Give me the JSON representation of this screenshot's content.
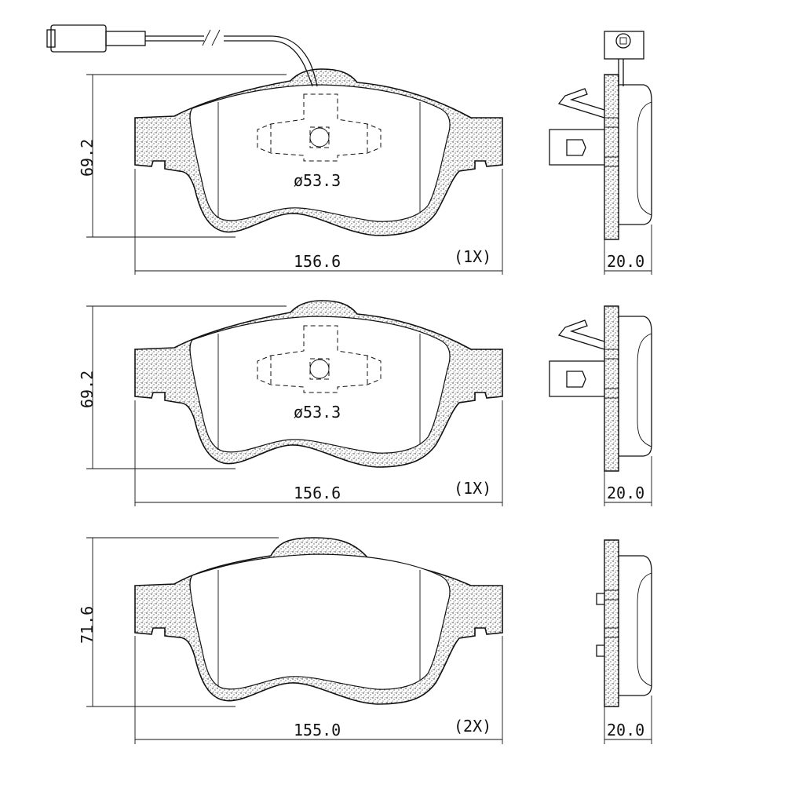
{
  "views": [
    {
      "id": "pad-1",
      "height_dim": "69.2",
      "width_dim": "156.6",
      "quantity": "(1X)",
      "thickness_dim": "20.0",
      "hole_diameter": "ø53.3",
      "has_wear_sensor": true
    },
    {
      "id": "pad-2",
      "height_dim": "69.2",
      "width_dim": "156.6",
      "quantity": "(1X)",
      "thickness_dim": "20.0",
      "hole_diameter": "ø53.3",
      "has_wear_sensor": false
    },
    {
      "id": "pad-3",
      "height_dim": "71.6",
      "width_dim": "155.0",
      "quantity": "(2X)",
      "thickness_dim": "20.0",
      "has_wear_sensor": false
    }
  ]
}
